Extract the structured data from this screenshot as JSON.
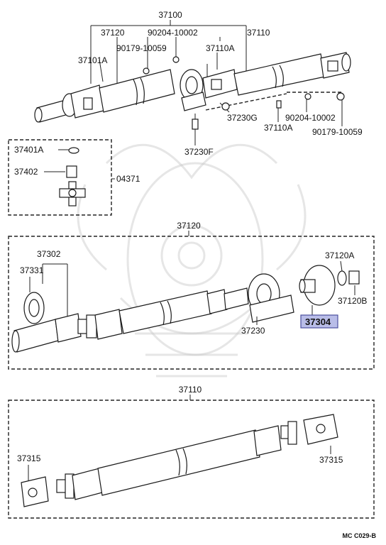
{
  "labels": {
    "p37100": "37100",
    "p37120_top": "37120",
    "p90204_top": "90204-10002",
    "p37110_top": "37110",
    "p37101A": "37101A",
    "p90179_top": "90179-10059",
    "p37110A_top": "37110A",
    "p37230G": "37230G",
    "p37110A_bot": "37110A",
    "p90204_bot": "90204-10002",
    "p90179_bot": "90179-10059",
    "p37230F": "37230F",
    "p37401A": "37401A",
    "p37402": "37402",
    "p04371": "04371",
    "p37120_mid": "37120",
    "p37302": "37302",
    "p37331": "37331",
    "p37120A": "37120A",
    "p37120B": "37120B",
    "p37304": "37304",
    "p37230": "37230",
    "p37110_bot": "37110",
    "p37315_left": "37315",
    "p37315_right": "37315",
    "footer_code": "MC C029-B"
  },
  "colors": {
    "highlight_fill": "#b9bde8",
    "highlight_border": "#4b4f9e",
    "line": "#222222",
    "watermark": "#c8c8c8"
  }
}
